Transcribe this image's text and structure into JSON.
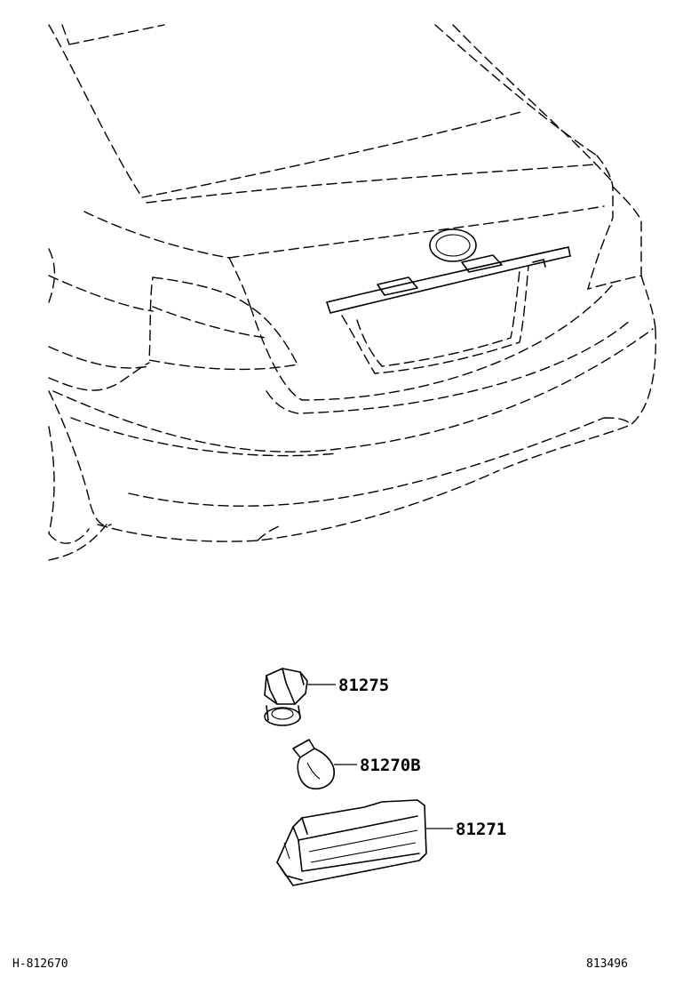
{
  "diagram": {
    "parts": [
      {
        "number": "81275"
      },
      {
        "number": "81270B"
      },
      {
        "number": "81271"
      }
    ],
    "footer": {
      "left_code": "H-812670",
      "right_code": "813496"
    }
  }
}
